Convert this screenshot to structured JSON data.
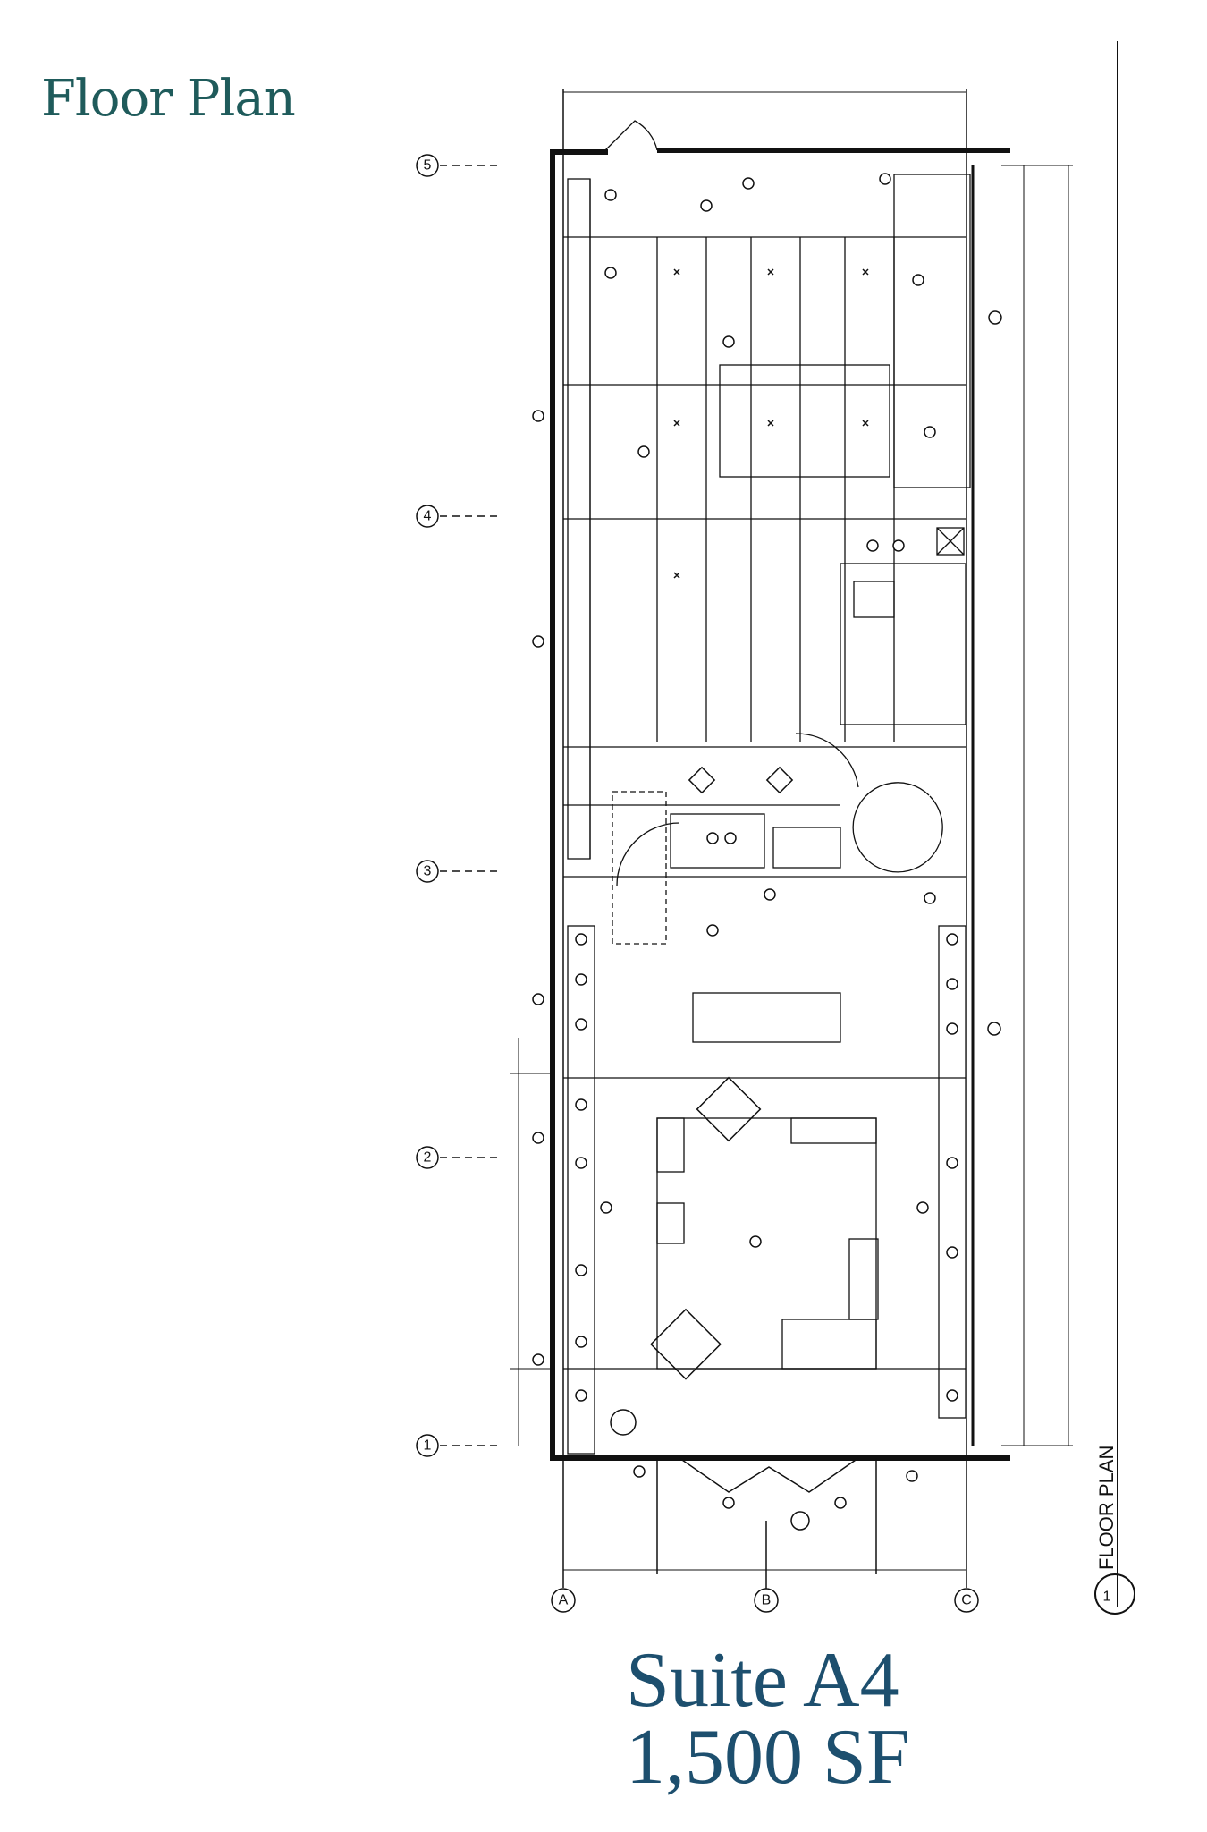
{
  "header": {
    "title": "Floor Plan"
  },
  "suite": {
    "name": "Suite A4",
    "area": "1,500 SF"
  },
  "plan": {
    "row_grid_labels": [
      "5",
      "4",
      "3",
      "2",
      "1"
    ],
    "column_grid_labels": [
      "A",
      "B",
      "C"
    ],
    "drawing_title": "FLOOR PLAN",
    "drawing_number": "1"
  }
}
